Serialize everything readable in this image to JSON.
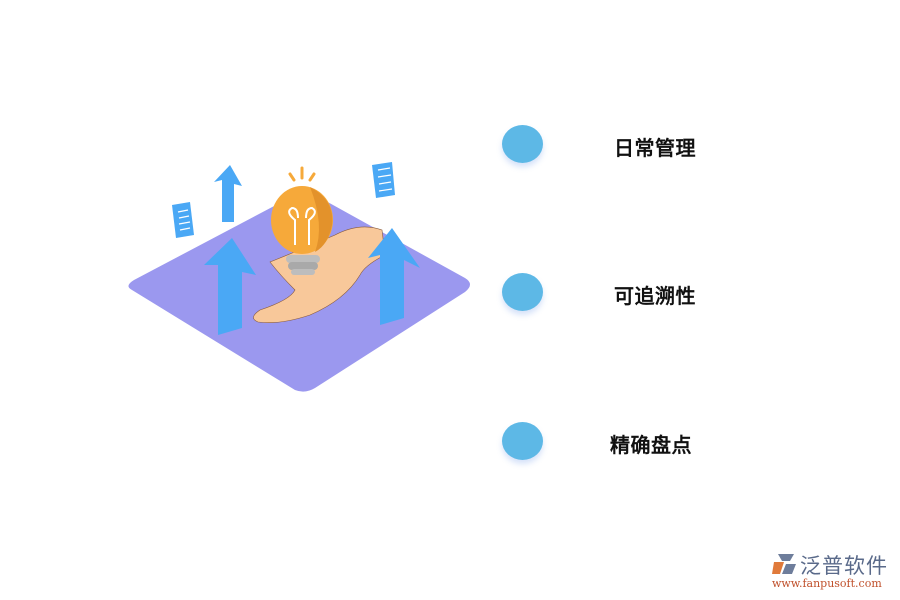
{
  "illustration": {
    "description": "isometric platform with hand holding lightbulb, upward arrows and documents",
    "colors": {
      "platform": "#9b98ef",
      "arrow": "#4aa8f5",
      "bulb": "#f6a93a",
      "hand": "#f8c89a",
      "socket": "#bdbdbd"
    }
  },
  "items": [
    {
      "label": "日常管理",
      "dot_color": "#5db8e6"
    },
    {
      "label": "可追溯性",
      "dot_color": "#5db8e6"
    },
    {
      "label": "精确盘点",
      "dot_color": "#5db8e6"
    }
  ],
  "logo": {
    "name": "泛普软件",
    "url": "www.fanpusoft.com"
  }
}
